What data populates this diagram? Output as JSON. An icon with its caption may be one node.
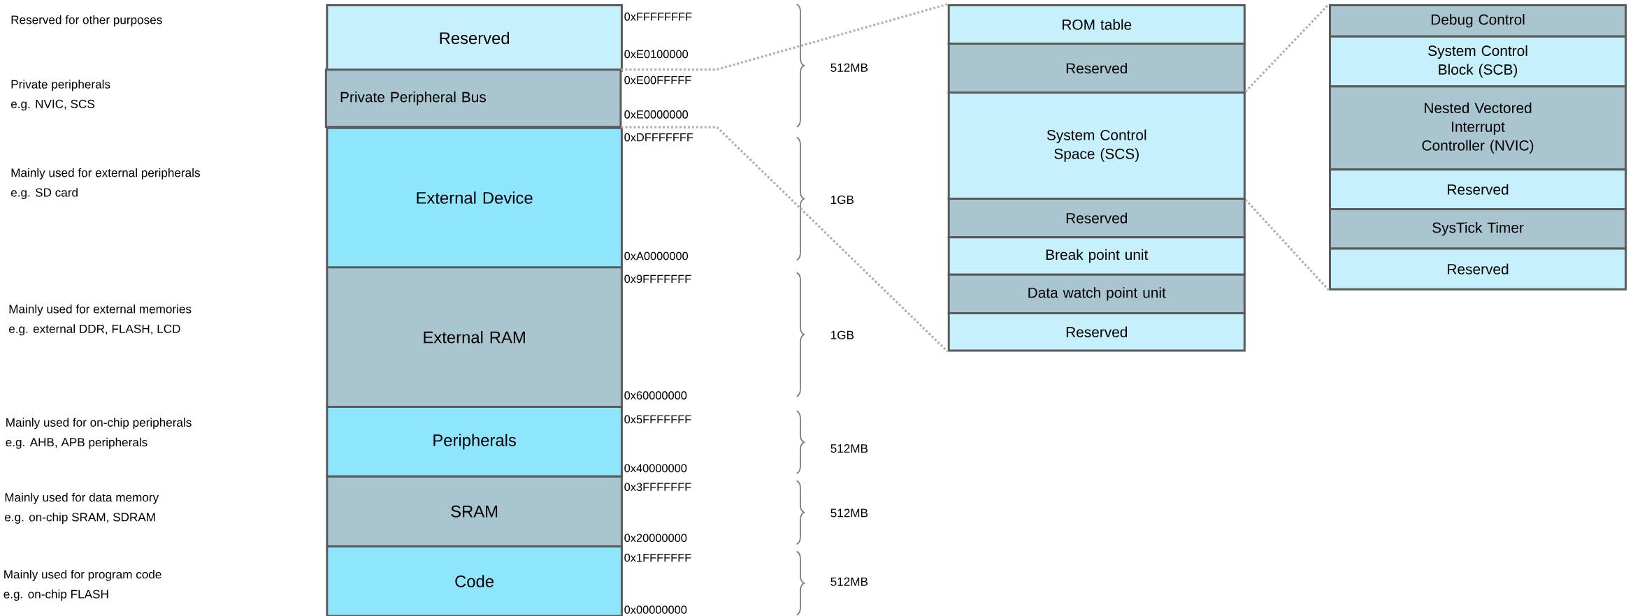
{
  "diagram": {
    "nodes": [
      {
        "text": [
          "Reserved"
        ]
      },
      {
        "text": [
          "Private Peripheral Bus"
        ]
      },
      {
        "text": [
          "External Device"
        ]
      },
      {
        "text": [
          "External RAM"
        ]
      },
      {
        "text": [
          "Peripherals"
        ]
      },
      {
        "text": [
          "SRAM"
        ]
      },
      {
        "text": [
          "Code"
        ]
      },
      {
        "text": [
          "ROM table"
        ]
      },
      {
        "text": [
          "Reserved"
        ]
      },
      {
        "text": [
          "System Control Space (SCS)"
        ]
      },
      {
        "text": [
          "Reserved"
        ]
      },
      {
        "text": [
          "Break point unit"
        ]
      },
      {
        "text": [
          "Data watch point unit"
        ]
      },
      {
        "text": [
          "Reserved"
        ]
      },
      {
        "text": [
          "Debug Control"
        ]
      },
      {
        "text": [
          "System Control Block (SCB)"
        ]
      },
      {
        "text": [
          "Nested Vectored Interrupt Controller (NVIC)"
        ]
      },
      {
        "text": [
          "Reserved"
        ]
      },
      {
        "text": [
          "SysTick Timer"
        ]
      },
      {
        "text": [
          "Reserved"
        ]
      }
    ],
    "edges": [
      {
        "from": 1,
        "to": 7,
        "arrow": "none"
      },
      {
        "from": 1,
        "to": 13,
        "arrow": "none"
      },
      {
        "from": 9,
        "to": 14,
        "arrow": "none"
      },
      {
        "from": 9,
        "to": 19,
        "arrow": "none"
      }
    ],
    "labels": [
      "Reserved for other purposes",
      "Private peripherals",
      "e.g. NVIC, SCS",
      "Mainly used for external peripherals",
      "e.g. SD card",
      "Mainly used for external memories",
      "e.g. external DDR, FLASH, LCD",
      "Mainly used for on-chip peripherals",
      "e.g. AHB, APB peripherals",
      "Mainly used for data memory",
      "e.g. on-chip SRAM, SDRAM",
      "Mainly used for program code",
      "e.g. on-chip FLASH",
      "0xFFFFFFFF",
      "0xE0100000",
      "0xE00FFFFF",
      "0xE0000000",
      "0xDFFFFFFF",
      "0xA0000000",
      "0x9FFFFFFF",
      "0x60000000",
      "0x5FFFFFFF",
      "0x40000000",
      "0x3FFFFFFF",
      "0x20000000",
      "0x1FFFFFFF",
      "0x00000000",
      "512MB",
      "1GB",
      "1GB",
      "512MB",
      "512MB",
      "512MB"
    ]
  }
}
